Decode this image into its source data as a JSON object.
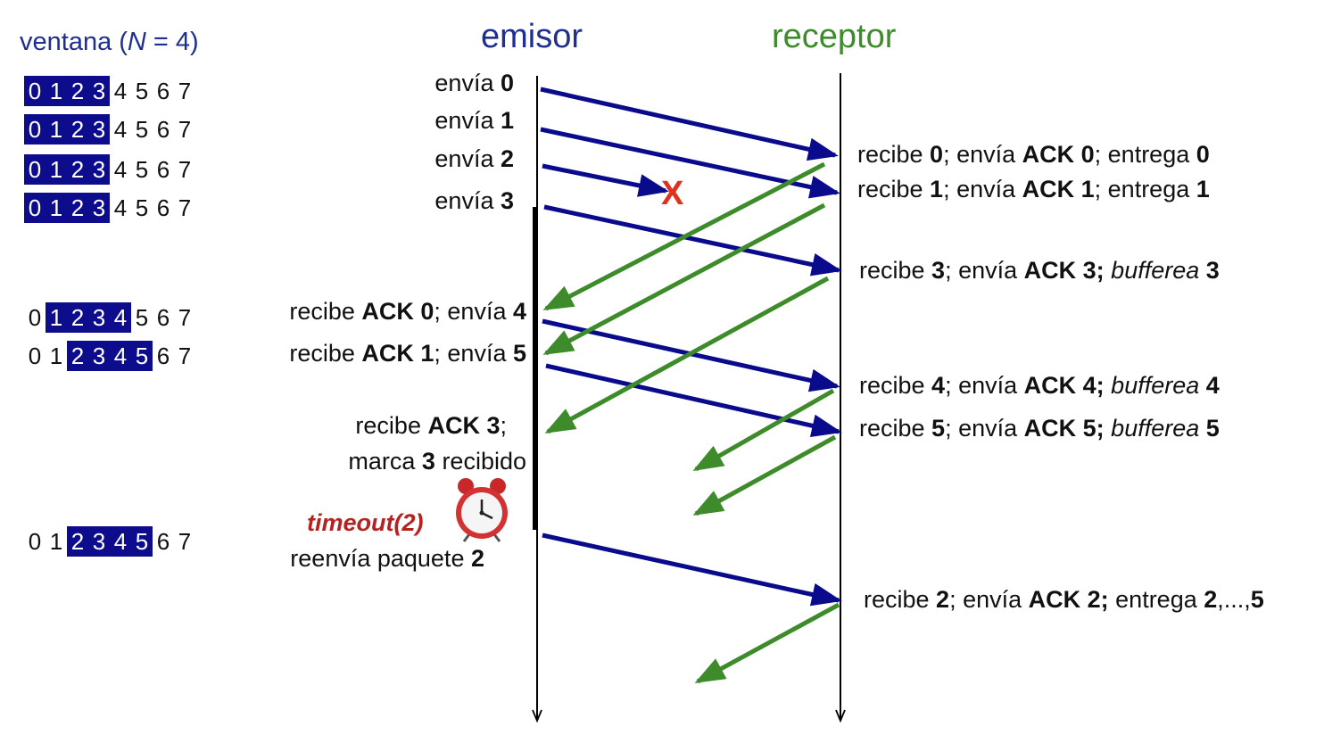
{
  "headers": {
    "sender": "emisor",
    "receiver": "receptor"
  },
  "window_title": {
    "prefix": "ventana (",
    "n": "N",
    "suffix": " = 4)"
  },
  "window_rows": [
    {
      "digits": [
        "0",
        "1",
        "2",
        "3",
        "4",
        "5",
        "6",
        "7"
      ],
      "start": 0,
      "size": 4
    },
    {
      "digits": [
        "0",
        "1",
        "2",
        "3",
        "4",
        "5",
        "6",
        "7"
      ],
      "start": 0,
      "size": 4
    },
    {
      "digits": [
        "0",
        "1",
        "2",
        "3",
        "4",
        "5",
        "6",
        "7"
      ],
      "start": 0,
      "size": 4
    },
    {
      "digits": [
        "0",
        "1",
        "2",
        "3",
        "4",
        "5",
        "6",
        "7"
      ],
      "start": 0,
      "size": 4
    },
    {
      "digits": [
        "0",
        "1",
        "2",
        "3",
        "4",
        "5",
        "6",
        "7"
      ],
      "start": 1,
      "size": 4
    },
    {
      "digits": [
        "0",
        "1",
        "2",
        "3",
        "4",
        "5",
        "6",
        "7"
      ],
      "start": 2,
      "size": 4
    },
    {
      "digits": [
        "0",
        "1",
        "2",
        "3",
        "4",
        "5",
        "6",
        "7"
      ],
      "start": 2,
      "size": 4
    }
  ],
  "sender_events": [
    {
      "parts": [
        [
          "envía ",
          false
        ],
        [
          "0",
          true
        ]
      ]
    },
    {
      "parts": [
        [
          "envía ",
          false
        ],
        [
          "1",
          true
        ]
      ]
    },
    {
      "parts": [
        [
          "envía ",
          false
        ],
        [
          "2",
          true
        ]
      ]
    },
    {
      "parts": [
        [
          "envía ",
          false
        ],
        [
          "3",
          true
        ]
      ]
    },
    {
      "parts": [
        [
          "recibe ",
          false
        ],
        [
          "ACK 0",
          true
        ],
        [
          "; envía ",
          false
        ],
        [
          "4",
          true
        ]
      ]
    },
    {
      "parts": [
        [
          "recibe ",
          false
        ],
        [
          "ACK 1",
          true
        ],
        [
          "; envía ",
          false
        ],
        [
          "5",
          true
        ]
      ]
    },
    {
      "parts": [
        [
          "recibe ",
          false
        ],
        [
          "ACK 3",
          true
        ],
        [
          ";",
          false
        ]
      ]
    },
    {
      "parts": [
        [
          "marca ",
          false
        ],
        [
          "3",
          true
        ],
        [
          " recibido",
          false
        ]
      ]
    },
    {
      "parts": [
        [
          "reenvía paquete ",
          false
        ],
        [
          "2",
          true
        ]
      ]
    }
  ],
  "timeout_label": "timeout(2)",
  "loss_mark": "X",
  "receiver_events": [
    {
      "parts": [
        [
          "recibe ",
          false
        ],
        [
          "0",
          true
        ],
        [
          "; envía ",
          false
        ],
        [
          "ACK 0",
          true
        ],
        [
          "; entrega ",
          false
        ],
        [
          "0",
          true
        ]
      ]
    },
    {
      "parts": [
        [
          "recibe ",
          false
        ],
        [
          "1",
          true
        ],
        [
          "; envía ",
          false
        ],
        [
          "ACK 1",
          true
        ],
        [
          "; entrega ",
          false
        ],
        [
          "1",
          true
        ]
      ]
    },
    {
      "parts": [
        [
          "recibe ",
          false
        ],
        [
          "3",
          true
        ],
        [
          "; envía ",
          false
        ],
        [
          "ACK 3;",
          true
        ],
        [
          " ",
          false
        ],
        [
          "bufferea",
          "i"
        ],
        [
          " ",
          false
        ],
        [
          "3",
          true
        ]
      ]
    },
    {
      "parts": [
        [
          "recibe ",
          false
        ],
        [
          "4",
          true
        ],
        [
          "; envía ",
          false
        ],
        [
          "ACK 4;",
          true
        ],
        [
          " ",
          false
        ],
        [
          "bufferea",
          "i"
        ],
        [
          " ",
          false
        ],
        [
          "4",
          true
        ]
      ]
    },
    {
      "parts": [
        [
          "recibe ",
          false
        ],
        [
          "5",
          true
        ],
        [
          "; envía ",
          false
        ],
        [
          "ACK 5;",
          true
        ],
        [
          " ",
          false
        ],
        [
          "bufferea",
          "i"
        ],
        [
          " ",
          false
        ],
        [
          "5",
          true
        ]
      ]
    },
    {
      "parts": [
        [
          "recibe ",
          false
        ],
        [
          "2",
          true
        ],
        [
          "; envía ",
          false
        ],
        [
          "ACK 2;",
          true
        ],
        [
          " entrega ",
          false
        ],
        [
          "2",
          true
        ],
        [
          ",...,",
          false
        ],
        [
          "5",
          true
        ]
      ]
    }
  ],
  "colors": {
    "data_arrow": "#0a0a8c",
    "ack_arrow": "#3d8b2a",
    "window_fill": "#0c0c8c",
    "loss": "#e0301e",
    "timeout": "#b52222"
  }
}
